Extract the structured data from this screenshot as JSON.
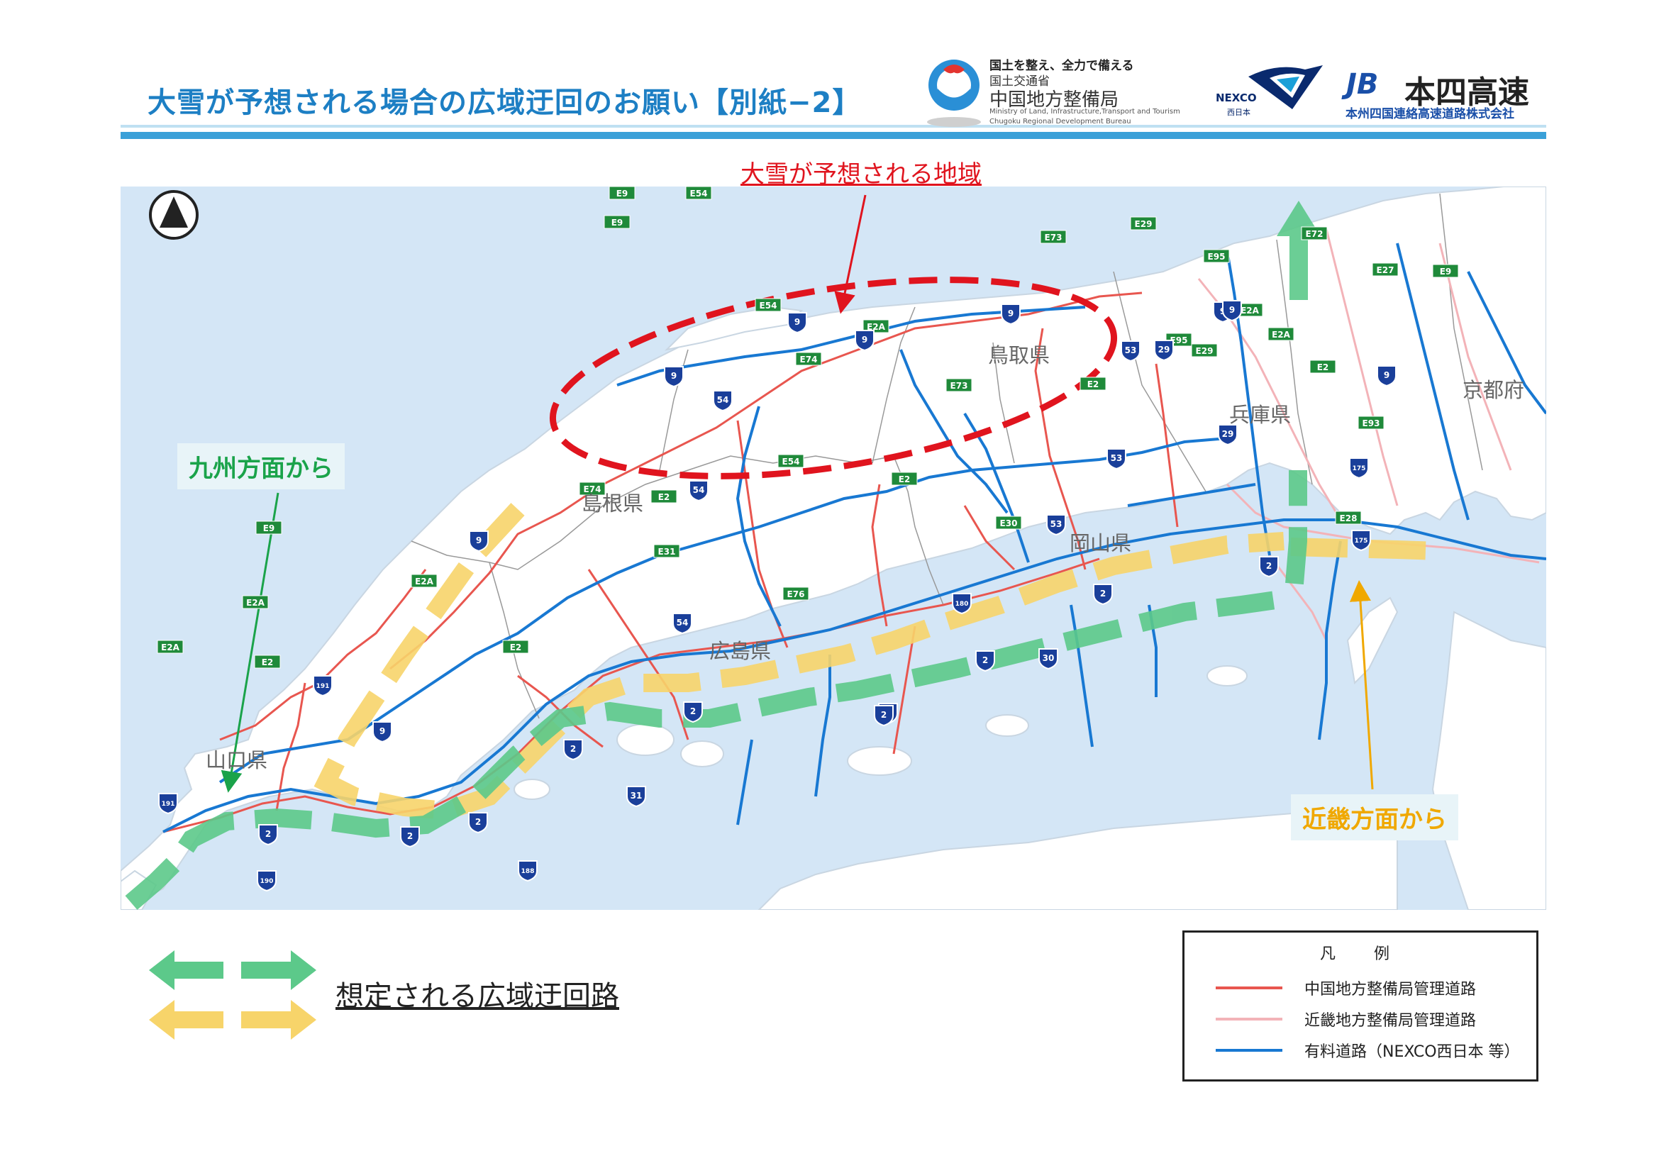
{
  "header": {
    "title": "大雪が予想される場合の広域迂回のお願い【別紙−2】",
    "mlit_slogan": "国土を整え、全力で備える",
    "mlit_ministry": "国土交通省",
    "mlit_bureau": "中国地方整備局",
    "mlit_en1": "Ministry of Land, Infrastructure,Transport and Tourism",
    "mlit_en2": "Chugoku Regional Development Bureau",
    "nexco_name": "NEXCO",
    "nexco_sub": "西日本",
    "honshi_mark": "JB",
    "honshi_name": "本四高速",
    "honshi_full": "本州四国連絡高速道路株式会社"
  },
  "map": {
    "snow_area_label": "大雪が予想される地域",
    "kyushu_label": "九州方面から",
    "kinki_label": "近畿方面から",
    "prefectures": [
      "鳥取県",
      "兵庫県",
      "京都府",
      "島根県",
      "岡山県",
      "広島県",
      "山口県"
    ],
    "expressway_codes": [
      "E9",
      "E54",
      "E73",
      "E2A",
      "E29",
      "E95",
      "E72",
      "E27",
      "E2",
      "E93",
      "E28",
      "E74",
      "E31",
      "E30",
      "E76"
    ],
    "route_numbers": [
      "9",
      "29",
      "53",
      "54",
      "175",
      "180",
      "2",
      "30",
      "31",
      "188",
      "190",
      "191"
    ],
    "north_arrow": "north-arrow-icon"
  },
  "legend": {
    "detour_label": "想定される広域迂回路",
    "title": "凡　例",
    "items": [
      {
        "label": "中国地方整備局管理道路",
        "color": "#e8564f"
      },
      {
        "label": "近畿地方整備局管理道路",
        "color": "#f3b3b8"
      },
      {
        "label": "有料道路（NEXCO西日本 等）",
        "color": "#1878d2"
      }
    ]
  },
  "colors": {
    "sea": "#d4e6f6",
    "land": "#ffffff",
    "green_route": "#5cc98a",
    "yellow_route": "#f7d46a",
    "snow_area": "#e0141e",
    "title": "#1d7fc4"
  }
}
